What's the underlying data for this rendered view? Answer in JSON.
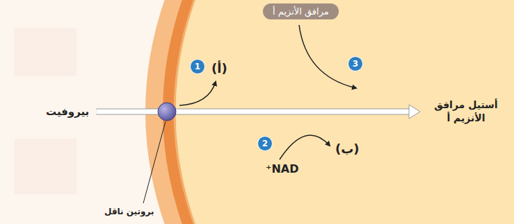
{
  "diagram": {
    "nodes": [
      {
        "text": [
          "بيروفيت"
        ]
      },
      {
        "text": [
          "مرافق الأنزيم أ"
        ]
      },
      {
        "text": [
          "أستيل مرافق الأنزيم أ"
        ]
      }
    ],
    "edges": [
      {
        "from": 0,
        "to": 2,
        "arrow": "to"
      }
    ],
    "labels": [
      "1",
      "2",
      "3",
      "(أ)",
      "(ب)",
      "NAD⁺",
      "بروتين ناقل"
    ]
  }
}
